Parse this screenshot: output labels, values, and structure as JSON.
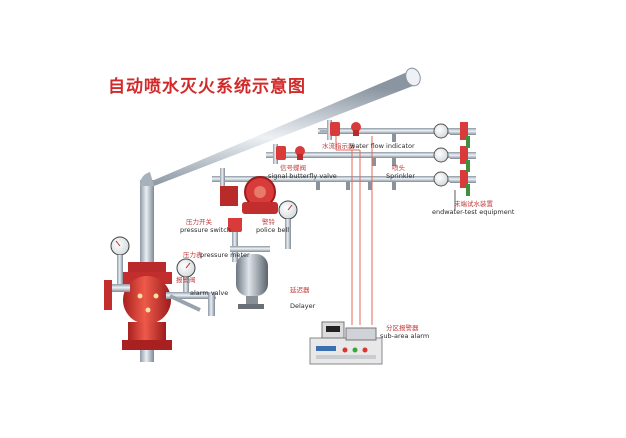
{
  "title": "自动喷水灭火系统示意图",
  "colors": {
    "pipe": "#b9c4cf",
    "valve_red": "#d93a3a",
    "signal_wire": "#e06a5a",
    "label_cn": "#c23a3a",
    "label_en": "#2a2a2a",
    "title": "#d22a2a"
  },
  "labels": {
    "water_flow_cn": "水流指示器",
    "water_flow_en": "water flow indicator",
    "signal_valve_cn": "信号蝶阀",
    "signal_valve_en": "signal butterfly valve",
    "sprinkler_cn": "喷头",
    "sprinkler_en": "Sprinkler",
    "end_test_cn": "末端试水装置",
    "end_test_en": "endwater-test equipment",
    "pressure_switch_cn": "压力开关",
    "pressure_switch_en": "pressure switch",
    "pressure_meter_cn": "压力表",
    "pressure_meter_en": "pressure meter",
    "police_bell_cn": "警铃",
    "police_bell_en": "police bell",
    "delayer_cn": "延迟器",
    "delayer_en": "Delayer",
    "alarm_valve_cn": "报警阀",
    "alarm_valve_en": "alarm valve",
    "sub_alarm_cn": "分区报警器",
    "sub_alarm_en": "sub-area alarm"
  }
}
